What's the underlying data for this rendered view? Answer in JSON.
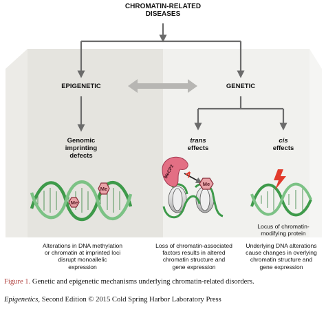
{
  "diagram": {
    "root_title_line1": "CHROMATIN-RELATED",
    "root_title_line2": "DISEASES",
    "branch_left": "EPIGENETIC",
    "branch_right": "GENETIC",
    "node_imprinting_line1": "Genomic",
    "node_imprinting_line2": "imprinting",
    "node_imprinting_line3": "defects",
    "node_trans_line1": "trans",
    "node_trans_line2": "effects",
    "node_cis_line1": "cis",
    "node_cis_line2": "effects",
    "me_label": "Me",
    "mecp2_label": "MeCP2",
    "locus_line1": "Locus of chromatin-",
    "locus_line2": "modifying protein",
    "desc_left": [
      "Alterations in DNA methylation",
      "or chromatin at imprinted loci",
      "disrupt monoallelic",
      "expression"
    ],
    "desc_middle": [
      "Loss of chromatin-associated",
      "factors results in altered",
      "chromatin structure and",
      "gene expression"
    ],
    "desc_right": [
      "Underlying DNA alterations",
      "cause changes in overlying",
      "chromatin structure and",
      "gene expression"
    ]
  },
  "caption": {
    "figure_label": "Figure 1.",
    "text": " Genetic and epigenetic mechanisms underlying chromatin-related disorders."
  },
  "credit": {
    "book_title": "Epigenetics",
    "rest": ", Second Edition © 2015 Cold Spring Harbor Laboratory Press"
  },
  "colors": {
    "panel_left": "#e5e4df",
    "panel_right": "#f1f1ee",
    "arrow_gray": "#6b6b6b",
    "dna_green": "#3e9a4a",
    "me_hexagon": "#e8a3a8",
    "mecp2": "#e36f84",
    "lightning": "#e23b2c",
    "caption_label": "#b0413e"
  }
}
